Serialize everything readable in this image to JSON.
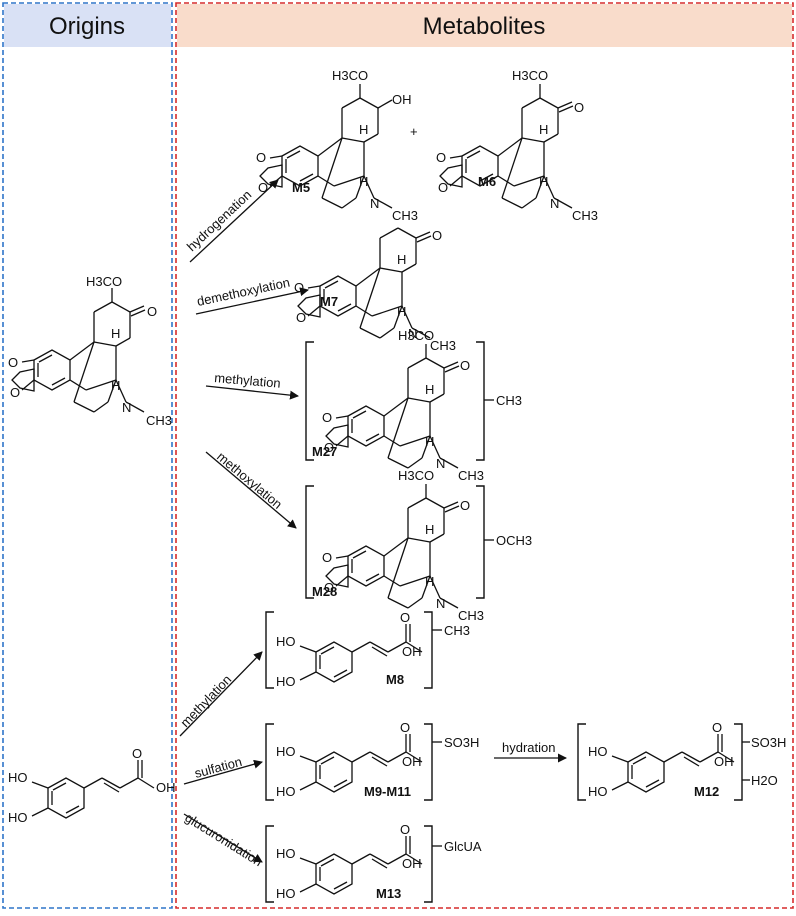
{
  "headers": {
    "origins": "Origins",
    "metabolites": "Metabolites"
  },
  "colors": {
    "origins_fill": "#d9e1f5",
    "metabolites_fill": "#f9dccb",
    "origins_border": "#2e75c9",
    "metabolites_border": "#d62c2c"
  },
  "reactions": {
    "hydrogenation": "hydrogenation",
    "demethoxylation": "demethoxylation",
    "methylation_1": "methylation",
    "methoxylation": "methoxylation",
    "methylation_2": "methylation",
    "sulfation": "sulfation",
    "glucuronidation": "glucuronidation",
    "hydration": "hydration"
  },
  "compounds": {
    "m5": "M5",
    "m6": "M6",
    "m7": "M7",
    "m27": "M27",
    "m28": "M28",
    "m8": "M8",
    "m9_m11": "M9-M11",
    "m12": "M12",
    "m13": "M13"
  },
  "substituents": {
    "ch3": "CH3",
    "och3": "OCH3",
    "so3h": "SO3H",
    "h2o": "H2O",
    "glcua": "GlcUA"
  },
  "plus": "+",
  "atoms": {
    "h3co": "H3CO",
    "oh": "OH",
    "ho": "HO",
    "o": "O",
    "n": "N",
    "h": "H",
    "ch3": "CH3"
  }
}
